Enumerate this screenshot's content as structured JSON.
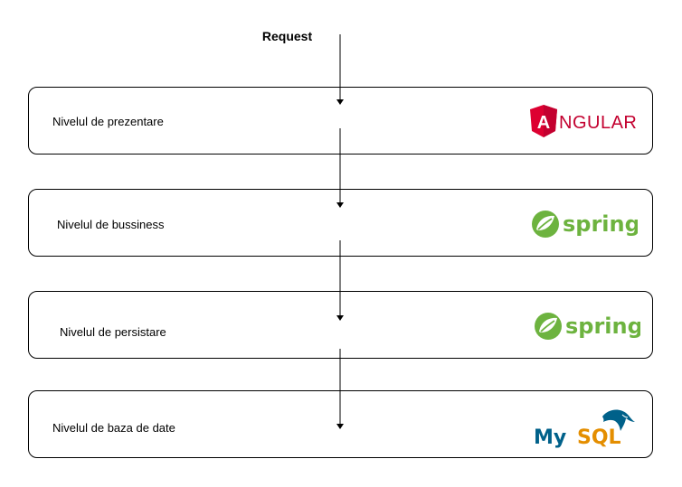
{
  "diagram": {
    "title": "Request",
    "layers": [
      {
        "label": "Nivelul de prezentare",
        "logo": "angular-logo",
        "logo_text": "NGULAR",
        "logo_initial": "A",
        "color": "#c3002f"
      },
      {
        "label": "Nivelul de bussiness",
        "logo": "spring-logo",
        "logo_text": "spring",
        "color": "#6db33f"
      },
      {
        "label": "Nivelul de persistare",
        "logo": "spring-logo",
        "logo_text": "spring",
        "color": "#6db33f"
      },
      {
        "label": "Nivelul de baza de date",
        "logo": "mysql-logo",
        "logo_text_a": "My",
        "logo_text_b": "SQL",
        "color_a": "#00618a",
        "color_b": "#e48e00"
      }
    ]
  }
}
